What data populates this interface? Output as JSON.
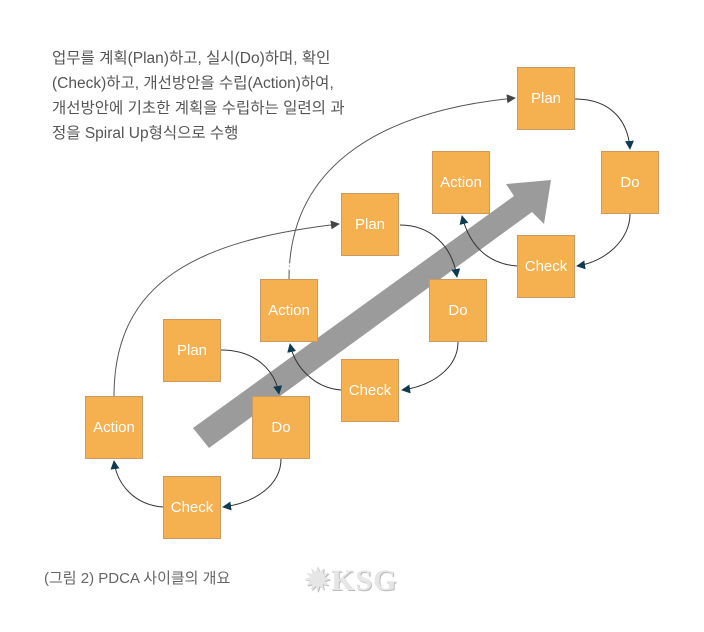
{
  "description": {
    "lines": [
      "업무를 계획(Plan)하고, 실시(Do)하며, 확인",
      "(Check)하고, 개선방안을 수립(Action)하여,",
      "개선방안에 기초한 계획을 수립하는 일련의 과",
      "정을 Spiral Up형식으로 수행"
    ]
  },
  "diagram": {
    "arrow_label": "Spiral Up",
    "cycles": [
      {
        "plan": "Plan",
        "do": "Do",
        "check": "Check",
        "action": "Action"
      },
      {
        "plan": "Plan",
        "do": "Do",
        "check": "Check",
        "action": "Action"
      },
      {
        "plan": "Plan",
        "do": "Do",
        "check": "Check",
        "action": "Action"
      }
    ],
    "colors": {
      "box": "#f5b04f",
      "arrow": "#9b9b9b",
      "connector": "#0e3b50"
    }
  },
  "caption": "(그림 2) PDCA 사이클의 개요",
  "logo": "KSG"
}
